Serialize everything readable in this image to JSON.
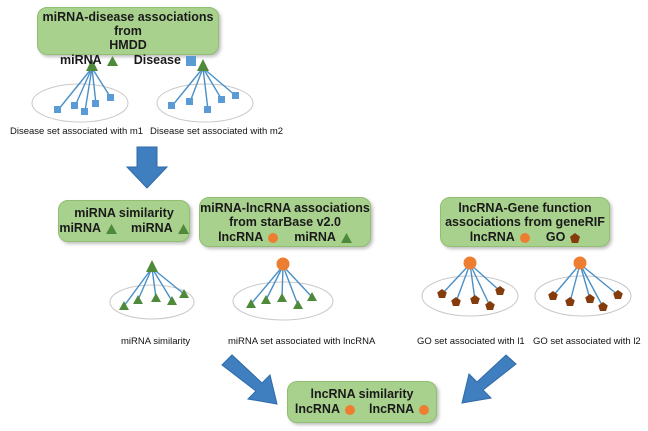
{
  "hmdd_box": {
    "line1": "miRNA-disease associations from",
    "line2": "HMDD",
    "legend_mirna": "miRNA",
    "legend_disease": "Disease"
  },
  "captions": {
    "m1": "Disease set associated with m1",
    "m2": "Disease set associated with m2",
    "mirna_similarity": "miRNA similarity",
    "mirna_lncrna": "miRNA set associated with lncRNA",
    "l1": "GO set associated with l1",
    "l2": "GO set associated with l2"
  },
  "mirna_sim_box": {
    "title": "miRNA similarity",
    "legend_a": "miRNA",
    "legend_b": "miRNA"
  },
  "starbase_box": {
    "line1": "miRNA-lncRNA associations",
    "line2": "from starBase v2.0",
    "legend_a": "lncRNA",
    "legend_b": "miRNA"
  },
  "generif_box": {
    "line1": "lncRNA-Gene function",
    "line2": "associations from geneRIF",
    "legend_a": "lncRNA",
    "legend_b": "GO"
  },
  "lncrna_sim_box": {
    "title": "lncRNA similarity",
    "legend_a": "lncRNA",
    "legend_b": "lncRNA"
  },
  "colors": {
    "box_fill": "#a9d18e",
    "mirna": "#4e8a3a",
    "disease": "#5b9bd5",
    "lncrna": "#ed7d31",
    "go": "#843c0c",
    "arrow": "#3f7fc0",
    "edge": "#4a90c8"
  }
}
